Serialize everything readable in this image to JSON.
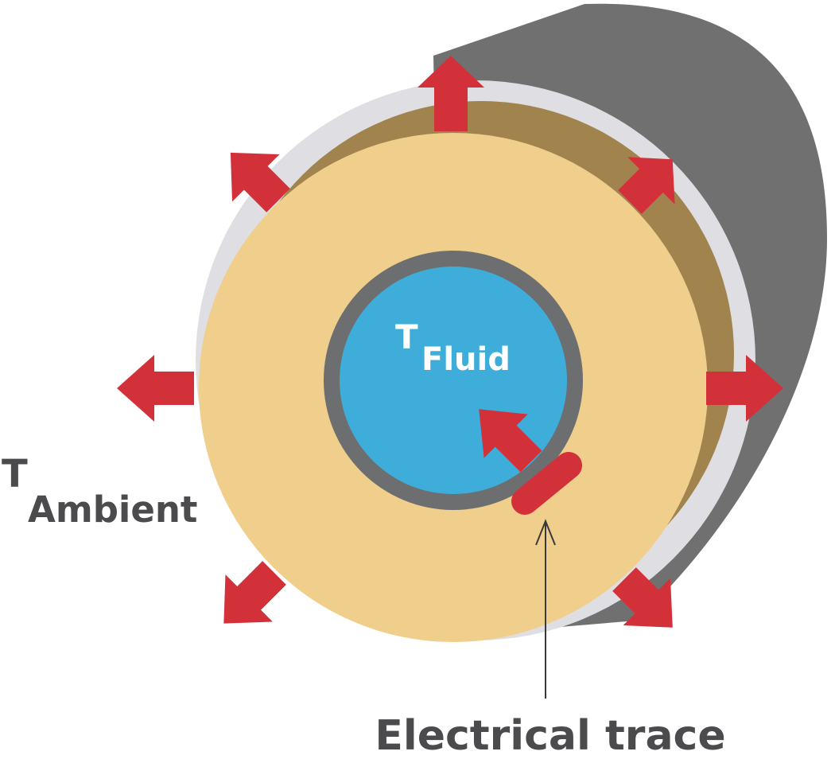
{
  "labels": {
    "fluid_main": "T",
    "fluid_sub": "Fluid",
    "ambient_main": "T",
    "ambient_sub": "Ambient",
    "trace": "Electrical trace"
  },
  "colors": {
    "pipe_body": "#707070",
    "jacket": "#DFDFE3",
    "insulation_rim": "#A1834D",
    "insulation": "#F0CE8C",
    "pipe_wall": "#6D6E70",
    "fluid": "#3FADD9",
    "heat_arrow": "#D3313A",
    "trace": "#D3313A",
    "label_text": "#4B4B4D",
    "fluid_text": "#FFFFFF",
    "pointer": "#3A3A3C"
  },
  "icons": {
    "heat_flow": "arrow-icon",
    "trace_pointer": "pointer-arrow-icon"
  }
}
